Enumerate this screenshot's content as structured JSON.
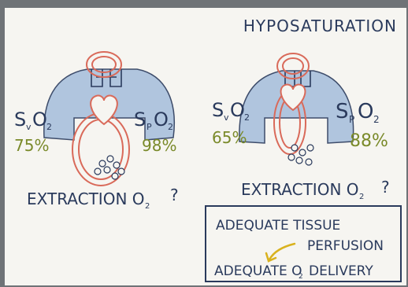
{
  "title": "HYPOSATURATION",
  "left_panel": {
    "sv_label": "S",
    "sv_sub": "v",
    "sv_o2": "O",
    "sv_o2_sub": "2",
    "sv_value": "75%",
    "sp_label": "S",
    "sp_sub": "P",
    "sp_o2": "O",
    "sp_o2_sub": "2",
    "sp_value": "98%",
    "extraction_text": "EXTRACTION O",
    "extraction_sub": "2",
    "extraction_q": "?"
  },
  "right_panel": {
    "sv_label": "S",
    "sv_sub": "v",
    "sv_o2": "O",
    "sv_o2_sub": "2",
    "sv_value": "65%",
    "sp_label": "S",
    "sp_sub": "P",
    "sp_o2": "O",
    "sp_o2_sub": "2",
    "sp_value": "88%",
    "extraction_text": "EXTRACTION O",
    "extraction_sub": "2",
    "extraction_q": "?"
  },
  "box": {
    "line1": "ADEQUATE TISSUE",
    "line2": "PERFUSION",
    "line3_a": "ADEQUATE O",
    "line3_sub": "2",
    "line3_b": "DELIVERY"
  },
  "colors": {
    "ink_navy": "#2a3a5c",
    "ink_green": "#7a8a2a",
    "ink_red": "#d96a5a",
    "lung_blue": "#9fb7d6",
    "arrow_yellow": "#d9b21e"
  }
}
